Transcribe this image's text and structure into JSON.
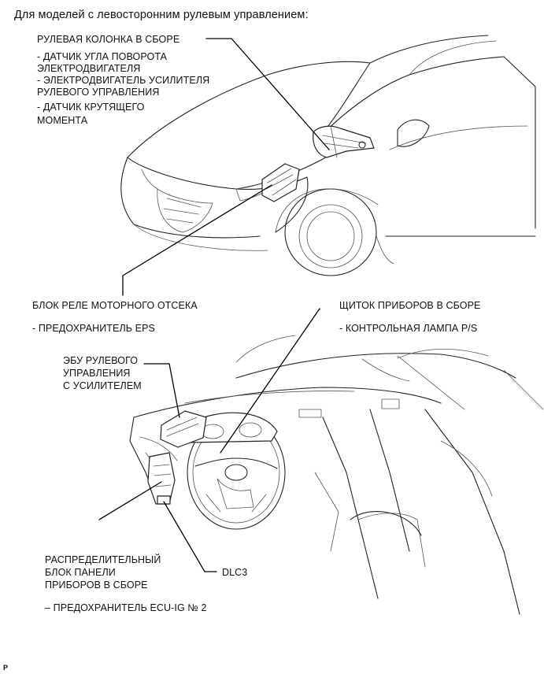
{
  "header": {
    "title": "Для моделей с левосторонним рулевым управлением:"
  },
  "labels": {
    "steering_column": {
      "title": "РУЛЕВАЯ КОЛОНКА В СБОРЕ",
      "items": [
        "- ДАТЧИК УГЛА ПОВОРОТА",
        "ЭЛЕКТРОДВИГАТЕЛЯ",
        "- ЭЛЕКТРОДВИГАТЕЛЬ УСИЛИТЕЛЯ",
        "РУЛЕВОГО УПРАВЛЕНИЯ",
        "- ДАТЧИК КРУТЯЩЕГО",
        "МОМЕНТА"
      ]
    },
    "engine_relay_block": {
      "title": "БЛОК РЕЛЕ МОТОРНОГО ОТСЕКА",
      "item": "- ПРЕДОХРАНИТЕЛЬ EPS"
    },
    "combination_meter": {
      "title": "ЩИТОК ПРИБОРОВ В СБОРЕ",
      "item": "- КОНТРОЛЬНАЯ ЛАМПА P/S"
    },
    "eps_ecu": {
      "lines": [
        "ЭБУ РУЛЕВОГО",
        "УПРАВЛЕНИЯ",
        "С УСИЛИТЕЛЕМ"
      ]
    },
    "instrument_panel_junction_block": {
      "lines": [
        "РАСПРЕДЕЛИТЕЛЬНЫЙ",
        "БЛОК ПАНЕЛИ",
        "ПРИБОРОВ В СБОРЕ"
      ],
      "item": "– ПРЕДОХРАНИТЕЛЬ ECU-IG № 2"
    },
    "dlc3": {
      "title": "DLC3"
    }
  },
  "footer": {
    "corner_mark": "P"
  }
}
